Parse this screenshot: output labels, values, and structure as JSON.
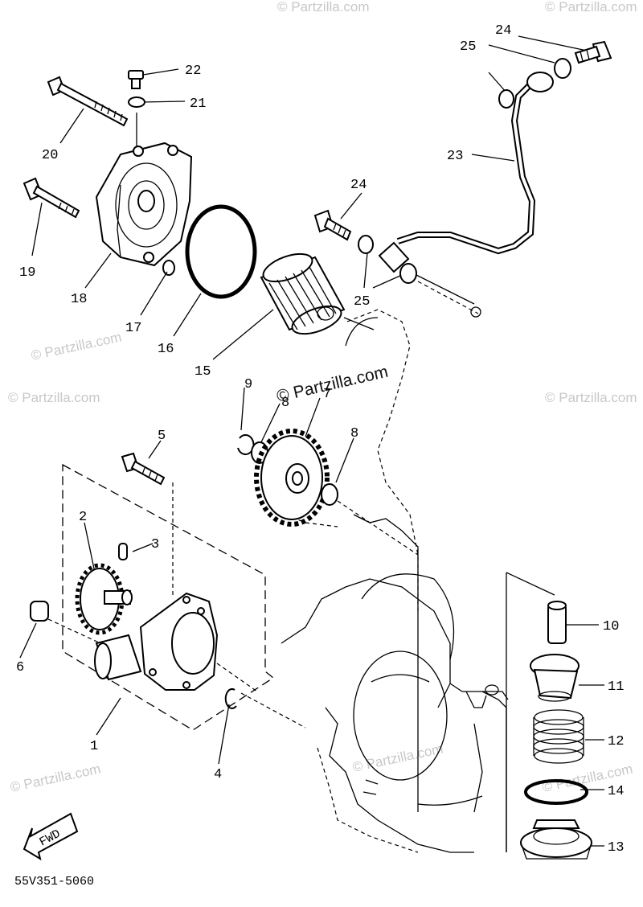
{
  "watermark": {
    "text": "© Partzilla.com",
    "center_text": "© Partzilla.com"
  },
  "diagram_code": "55V351-5060",
  "fwd_label": "FWD",
  "callouts": [
    {
      "id": "c1",
      "text": "1"
    },
    {
      "id": "c2",
      "text": "2"
    },
    {
      "id": "c3",
      "text": "3"
    },
    {
      "id": "c4",
      "text": "4"
    },
    {
      "id": "c5",
      "text": "5"
    },
    {
      "id": "c6",
      "text": "6"
    },
    {
      "id": "c7",
      "text": "7"
    },
    {
      "id": "c8a",
      "text": "8"
    },
    {
      "id": "c8b",
      "text": "8"
    },
    {
      "id": "c9",
      "text": "9"
    },
    {
      "id": "c10",
      "text": "10"
    },
    {
      "id": "c11",
      "text": "11"
    },
    {
      "id": "c12",
      "text": "12"
    },
    {
      "id": "c13",
      "text": "13"
    },
    {
      "id": "c14",
      "text": "14"
    },
    {
      "id": "c15",
      "text": "15"
    },
    {
      "id": "c16",
      "text": "16"
    },
    {
      "id": "c17",
      "text": "17"
    },
    {
      "id": "c18",
      "text": "18"
    },
    {
      "id": "c19",
      "text": "19"
    },
    {
      "id": "c20",
      "text": "20"
    },
    {
      "id": "c21",
      "text": "21"
    },
    {
      "id": "c22",
      "text": "22"
    },
    {
      "id": "c23",
      "text": "23"
    },
    {
      "id": "c24a",
      "text": "24"
    },
    {
      "id": "c24b",
      "text": "24"
    },
    {
      "id": "c25a",
      "text": "25"
    },
    {
      "id": "c25b",
      "text": "25"
    }
  ]
}
